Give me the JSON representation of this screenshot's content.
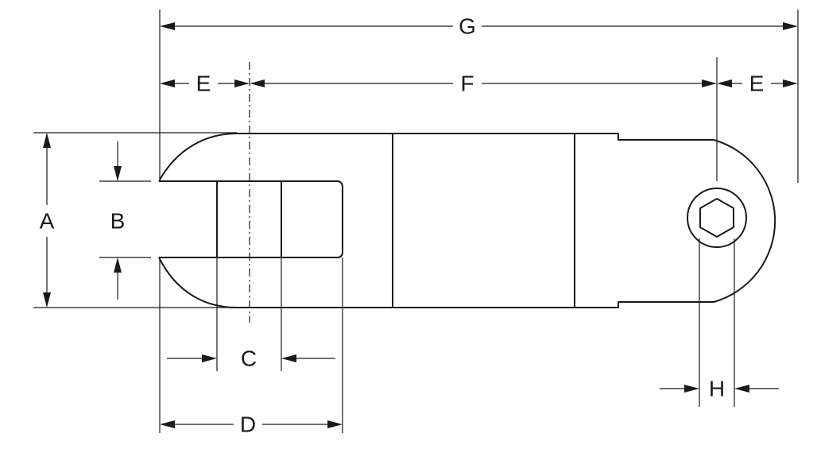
{
  "labels": {
    "a": "A",
    "b": "B",
    "c": "C",
    "d": "D",
    "e_left": "E",
    "e_right": "E",
    "f": "F",
    "g": "G",
    "h": "H"
  },
  "colors": {
    "line": "#1a1a1a",
    "background": "#ffffff"
  }
}
